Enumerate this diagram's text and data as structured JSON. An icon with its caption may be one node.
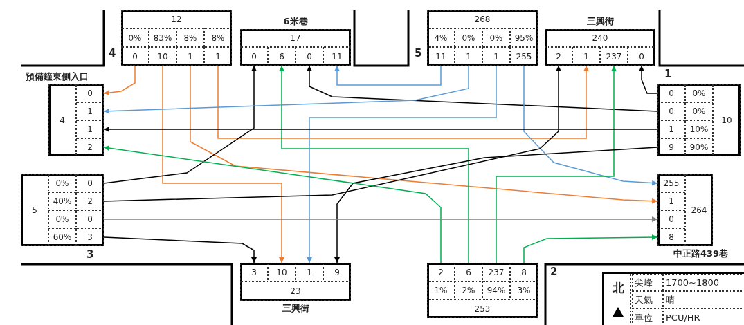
{
  "diagram": {
    "nodes": [
      {
        "text": [
          "12"
        ],
        "beside": [
          "4"
        ]
      },
      {
        "text": [
          "0%"
        ],
        "in": 0
      },
      {
        "text": [
          "83%"
        ],
        "in": 0
      },
      {
        "text": [
          "8%"
        ],
        "in": 0
      },
      {
        "text": [
          "8%"
        ],
        "in": 0
      },
      {
        "text": [
          "0"
        ],
        "in": 0
      },
      {
        "text": [
          "10"
        ],
        "in": 0
      },
      {
        "text": [
          "1"
        ],
        "in": 0
      },
      {
        "text": [
          "1"
        ],
        "in": 0
      },
      {
        "text": [
          "6米巷",
          "17"
        ]
      },
      {
        "text": [
          "0"
        ],
        "in": 9
      },
      {
        "text": [
          "6"
        ],
        "in": 9
      },
      {
        "text": [
          "0"
        ],
        "in": 9
      },
      {
        "text": [
          "11"
        ],
        "in": 9
      },
      {
        "text": [
          "268"
        ],
        "beside": [
          "5"
        ]
      },
      {
        "text": [
          "4%"
        ],
        "in": 14
      },
      {
        "text": [
          "0%"
        ],
        "in": 14
      },
      {
        "text": [
          "0%"
        ],
        "in": 14
      },
      {
        "text": [
          "95%"
        ],
        "in": 14
      },
      {
        "text": [
          "11"
        ],
        "in": 14
      },
      {
        "text": [
          "1"
        ],
        "in": 14
      },
      {
        "text": [
          "1"
        ],
        "in": 14
      },
      {
        "text": [
          "255"
        ],
        "in": 14
      },
      {
        "text": [
          "三興街",
          "240"
        ]
      },
      {
        "text": [
          "2"
        ],
        "in": 23
      },
      {
        "text": [
          "1"
        ],
        "in": 23
      },
      {
        "text": [
          "237"
        ],
        "in": 23
      },
      {
        "text": [
          "0"
        ],
        "in": 23
      },
      {
        "text": [
          "預備鐘東側入口",
          "4"
        ]
      },
      {
        "text": [
          "0"
        ],
        "in": 28
      },
      {
        "text": [
          "1"
        ],
        "in": 28
      },
      {
        "text": [
          "1"
        ],
        "in": 28
      },
      {
        "text": [
          "2"
        ],
        "in": 28
      },
      {
        "text": [
          "10"
        ],
        "beside": [
          "1"
        ]
      },
      {
        "text": [
          "0"
        ],
        "in": 33
      },
      {
        "text": [
          "0%"
        ],
        "in": 33
      },
      {
        "text": [
          "0"
        ],
        "in": 33
      },
      {
        "text": [
          "0%"
        ],
        "in": 33
      },
      {
        "text": [
          "1"
        ],
        "in": 33
      },
      {
        "text": [
          "10%"
        ],
        "in": 33
      },
      {
        "text": [
          "9"
        ],
        "in": 33
      },
      {
        "text": [
          "90%"
        ],
        "in": 33
      },
      {
        "text": [
          "5"
        ],
        "beside": [
          "3"
        ]
      },
      {
        "text": [
          "0%"
        ],
        "in": 42
      },
      {
        "text": [
          "0"
        ],
        "in": 42
      },
      {
        "text": [
          "40%"
        ],
        "in": 42
      },
      {
        "text": [
          "2"
        ],
        "in": 42
      },
      {
        "text": [
          "0%"
        ],
        "in": 42
      },
      {
        "text": [
          "0"
        ],
        "in": 42
      },
      {
        "text": [
          "60%"
        ],
        "in": 42
      },
      {
        "text": [
          "3"
        ],
        "in": 42
      },
      {
        "text": [
          "264",
          "中正路439巷"
        ]
      },
      {
        "text": [
          "255"
        ],
        "in": 51
      },
      {
        "text": [
          "1"
        ],
        "in": 51
      },
      {
        "text": [
          "0"
        ],
        "in": 51
      },
      {
        "text": [
          "8"
        ],
        "in": 51
      },
      {
        "text": [
          "23",
          "三興街"
        ]
      },
      {
        "text": [
          "3"
        ],
        "in": 56
      },
      {
        "text": [
          "10"
        ],
        "in": 56
      },
      {
        "text": [
          "1"
        ],
        "in": 56
      },
      {
        "text": [
          "9"
        ],
        "in": 56
      },
      {
        "text": [
          "253"
        ],
        "beside": [
          "2"
        ]
      },
      {
        "text": [
          "2"
        ],
        "in": 61
      },
      {
        "text": [
          "6"
        ],
        "in": 61
      },
      {
        "text": [
          "237"
        ],
        "in": 61
      },
      {
        "text": [
          "8"
        ],
        "in": 61
      },
      {
        "text": [
          "1%"
        ],
        "in": 61
      },
      {
        "text": [
          "2%"
        ],
        "in": 61
      },
      {
        "text": [
          "94%"
        ],
        "in": 61
      },
      {
        "text": [
          "3%"
        ],
        "in": 61
      }
    ],
    "edges": [
      {
        "from": 5,
        "to": 29,
        "arrow": "to",
        "color": "#ed7d31"
      },
      {
        "from": 6,
        "to": 58,
        "arrow": "to",
        "color": "#ed7d31"
      },
      {
        "from": 7,
        "to": 53,
        "arrow": "to",
        "color": "#ed7d31"
      },
      {
        "from": 8,
        "to": 25,
        "arrow": "to",
        "color": "#ed7d31"
      },
      {
        "from": 44,
        "to": 10,
        "arrow": "to"
      },
      {
        "from": 63,
        "to": 11,
        "arrow": "to",
        "color": "#00b050"
      },
      {
        "from": 36,
        "to": 12,
        "arrow": "to"
      },
      {
        "from": 19,
        "to": 13,
        "arrow": "to",
        "color": "#5b9bd5"
      },
      {
        "from": 20,
        "to": 30,
        "arrow": "to",
        "color": "#5b9bd5"
      },
      {
        "from": 21,
        "to": 59,
        "arrow": "to",
        "color": "#5b9bd5"
      },
      {
        "from": 22,
        "to": 52,
        "arrow": "to",
        "color": "#5b9bd5"
      },
      {
        "from": 46,
        "to": 24,
        "arrow": "to"
      },
      {
        "from": 64,
        "to": 26,
        "arrow": "to",
        "color": "#00b050"
      },
      {
        "from": 34,
        "to": 27,
        "arrow": "to"
      },
      {
        "from": 38,
        "to": 31,
        "arrow": "to"
      },
      {
        "from": 40,
        "to": 60,
        "arrow": "to"
      },
      {
        "from": 62,
        "to": 32,
        "arrow": "to",
        "color": "#00b050"
      },
      {
        "from": 48,
        "to": 54,
        "arrow": "to",
        "color": "#7f7f7f"
      },
      {
        "from": 50,
        "to": 57,
        "arrow": "to"
      },
      {
        "from": 65,
        "to": 55,
        "arrow": "to",
        "color": "#00b050"
      }
    ],
    "labels": [
      "北",
      "尖峰",
      "1700~1800",
      "天氣",
      "晴",
      "單位",
      "PCU/HR"
    ]
  }
}
